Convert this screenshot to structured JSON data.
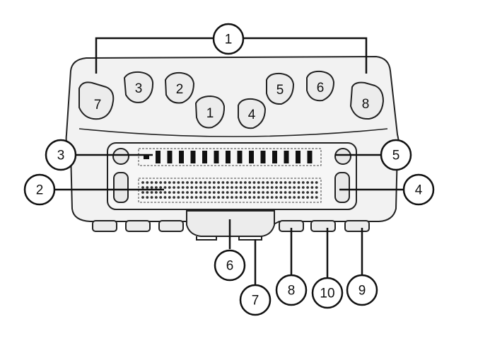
{
  "keys": {
    "key_7": "7",
    "key_3": "3",
    "key_2": "2",
    "key_1": "1",
    "key_4": "4",
    "key_5": "5",
    "key_6": "6",
    "key_8": "8"
  },
  "callouts": {
    "c1": "1",
    "c2": "2",
    "c3": "3",
    "c4": "4",
    "c5": "5",
    "c6": "6",
    "c7": "7",
    "c8": "8",
    "c9": "9",
    "c10": "10"
  },
  "colors": {
    "stroke": "#222222",
    "device_fill": "#f2f2f2",
    "key_fill": "#ececec",
    "dots": "#333333",
    "bars": "#111111"
  }
}
